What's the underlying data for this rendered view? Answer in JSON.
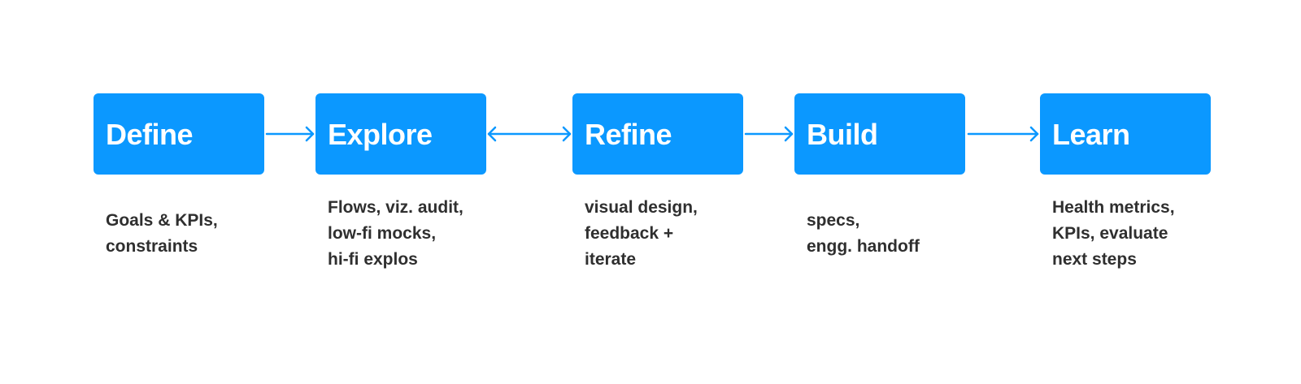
{
  "accent_color": "#0b98ff",
  "text_color": "#2f2f2f",
  "stages": [
    {
      "title": "Define",
      "notes": [
        "Goals & KPIs,",
        "constraints"
      ]
    },
    {
      "title": "Explore",
      "notes": [
        "Flows, viz. audit,",
        "low-fi mocks,",
        "hi-fi explos"
      ]
    },
    {
      "title": "Refine",
      "notes": [
        "visual design,",
        "feedback +",
        "iterate"
      ]
    },
    {
      "title": "Build",
      "notes": [
        "specs,",
        "engg. handoff"
      ]
    },
    {
      "title": "Learn",
      "notes": [
        "Health metrics,",
        "KPIs, evaluate",
        "next steps"
      ]
    }
  ],
  "connectors": [
    {
      "from": "Define",
      "to": "Explore",
      "direction": "forward"
    },
    {
      "from": "Explore",
      "to": "Refine",
      "direction": "bidirectional"
    },
    {
      "from": "Refine",
      "to": "Build",
      "direction": "forward"
    },
    {
      "from": "Build",
      "to": "Learn",
      "direction": "forward"
    }
  ]
}
